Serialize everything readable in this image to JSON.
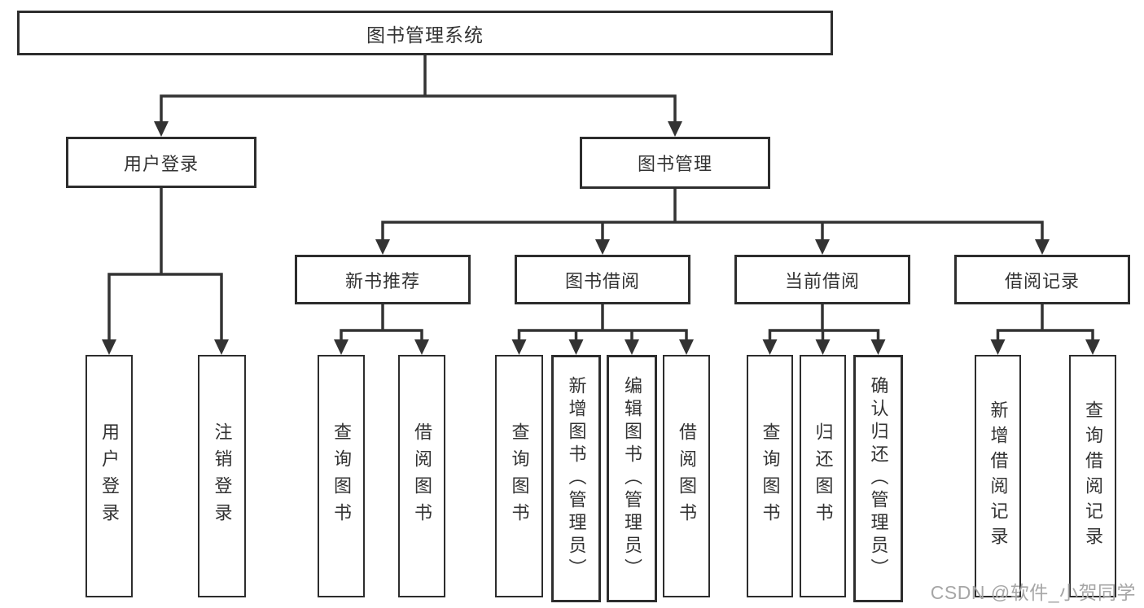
{
  "tree": {
    "label": "图书管理系统",
    "children": [
      {
        "label": "用户登录",
        "children": [
          {
            "label": "用户登录"
          },
          {
            "label": "注销登录"
          }
        ]
      },
      {
        "label": "图书管理",
        "children": [
          {
            "label": "新书推荐",
            "children": [
              {
                "label": "查询图书"
              },
              {
                "label": "借阅图书"
              }
            ]
          },
          {
            "label": "图书借阅",
            "children": [
              {
                "label": "查询图书"
              },
              {
                "label": "新增图书（管理员）"
              },
              {
                "label": "编辑图书（管理员）"
              },
              {
                "label": "借阅图书"
              }
            ]
          },
          {
            "label": "当前借阅",
            "children": [
              {
                "label": "查询图书"
              },
              {
                "label": "归还图书"
              },
              {
                "label": "确认归还（管理员）"
              }
            ]
          },
          {
            "label": "借阅记录",
            "children": [
              {
                "label": "新增借阅记录"
              },
              {
                "label": "查询借阅记录"
              }
            ]
          }
        ]
      }
    ]
  },
  "watermark": {
    "text": "CSDN @软件_小贺同学"
  },
  "colors": {
    "line": "#333333",
    "box_border": "#2d2d2d",
    "text": "#333333",
    "background": "#ffffff",
    "watermark": "#a6a6a6"
  }
}
